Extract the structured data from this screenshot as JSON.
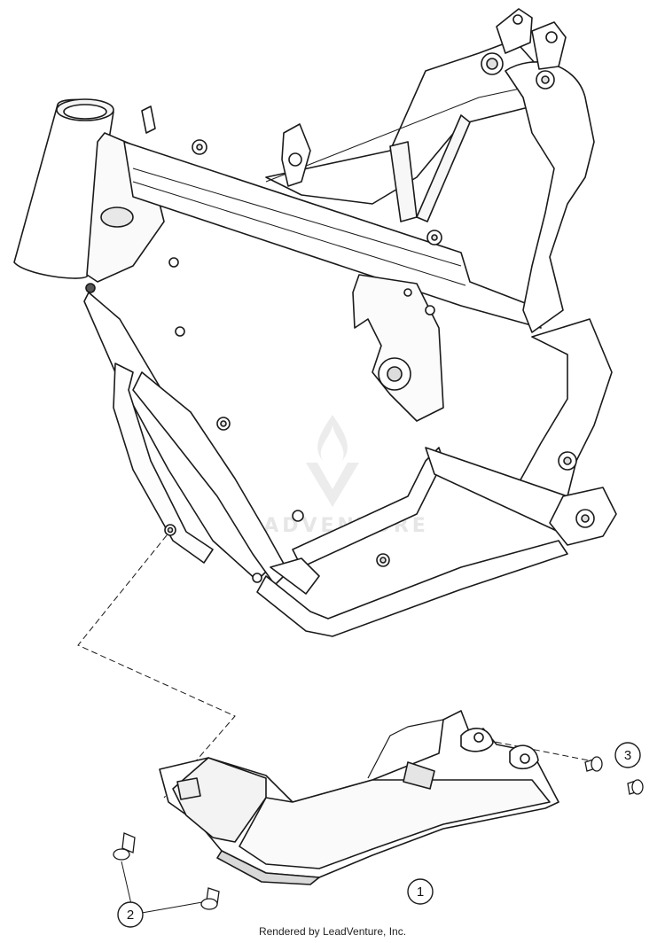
{
  "diagram": {
    "callouts": [
      {
        "id": "part-1",
        "label": "1"
      },
      {
        "id": "part-2",
        "label": "2"
      },
      {
        "id": "part-3",
        "label": "3"
      }
    ],
    "watermark": "LEADVENTURE",
    "caption": "Rendered by LeadVenture, Inc.",
    "colors": {
      "line": "#1a1a1a",
      "fill": "#ffffff",
      "shade": "#d9d9d9",
      "watermark": "#e6e6e6"
    }
  }
}
